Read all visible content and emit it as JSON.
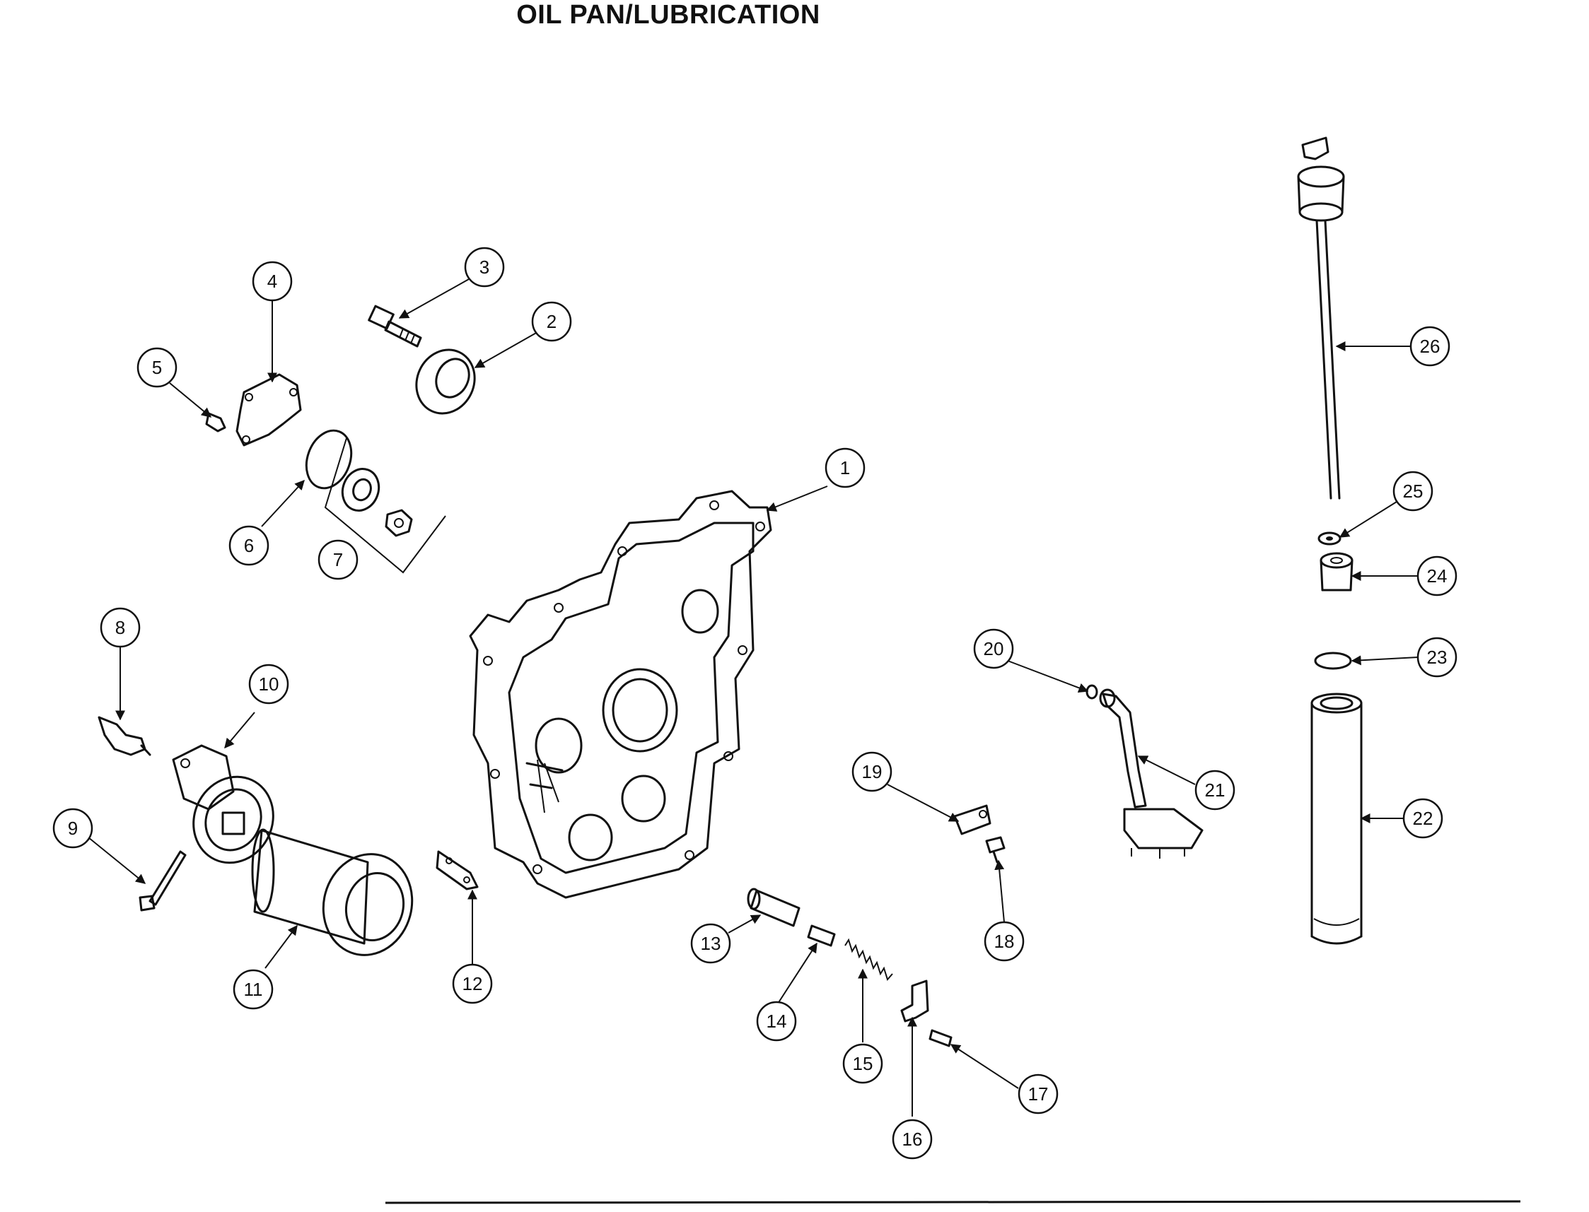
{
  "title": "OIL PAN/LUBRICATION",
  "callouts": [
    {
      "id": "1",
      "label": "1"
    },
    {
      "id": "2",
      "label": "2"
    },
    {
      "id": "3",
      "label": "3"
    },
    {
      "id": "4",
      "label": "4"
    },
    {
      "id": "5",
      "label": "5"
    },
    {
      "id": "6",
      "label": "6"
    },
    {
      "id": "7",
      "label": "7"
    },
    {
      "id": "8",
      "label": "8"
    },
    {
      "id": "9",
      "label": "9"
    },
    {
      "id": "10",
      "label": "10"
    },
    {
      "id": "11",
      "label": "11"
    },
    {
      "id": "12",
      "label": "12"
    },
    {
      "id": "13",
      "label": "13"
    },
    {
      "id": "14",
      "label": "14"
    },
    {
      "id": "15",
      "label": "15"
    },
    {
      "id": "16",
      "label": "16"
    },
    {
      "id": "17",
      "label": "17"
    },
    {
      "id": "18",
      "label": "18"
    },
    {
      "id": "19",
      "label": "19"
    },
    {
      "id": "20",
      "label": "20"
    },
    {
      "id": "21",
      "label": "21"
    },
    {
      "id": "22",
      "label": "22"
    },
    {
      "id": "23",
      "label": "23"
    },
    {
      "id": "24",
      "label": "24"
    },
    {
      "id": "25",
      "label": "25"
    },
    {
      "id": "26",
      "label": "26"
    }
  ]
}
